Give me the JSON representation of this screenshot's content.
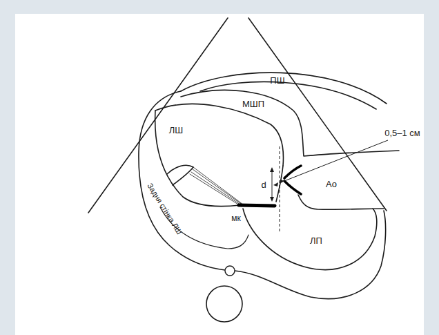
{
  "diagram": {
    "labels": [
      "ПШ",
      "МШП",
      "ЛШ",
      "0,5–1 см",
      "d",
      "Ао",
      "мк",
      "Задня стінка ЛШ",
      "ЛП"
    ]
  }
}
